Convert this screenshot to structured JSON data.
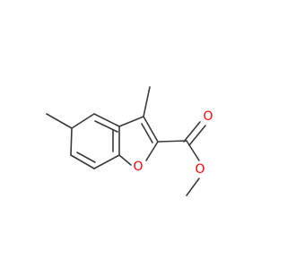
{
  "molecule": {
    "atoms": [
      {
        "id": "O-ring",
        "element": "O",
        "label": "O",
        "color": "#ff0000"
      },
      {
        "id": "O-carbonyl",
        "element": "O",
        "label": "O",
        "color": "#ff0000"
      },
      {
        "id": "O-ester",
        "element": "O",
        "label": "O",
        "color": "#ff0000"
      }
    ]
  }
}
